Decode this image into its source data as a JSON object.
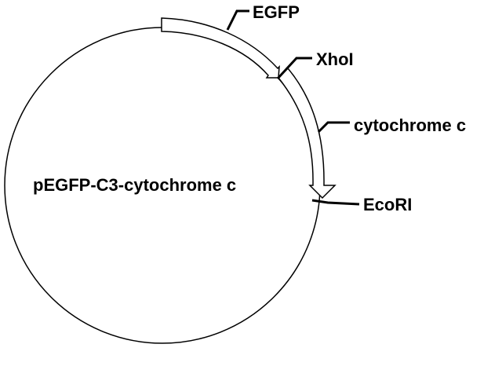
{
  "plasmid": {
    "name": "pEGFP-C3-cytochrome c"
  },
  "features": [
    {
      "label": "EGFP"
    },
    {
      "label": "cytochrome c"
    }
  ],
  "sites": [
    {
      "label": "XhoI"
    },
    {
      "label": "EcoRI"
    }
  ],
  "colors": {
    "stroke": "#000000",
    "fill": "#ffffff"
  }
}
